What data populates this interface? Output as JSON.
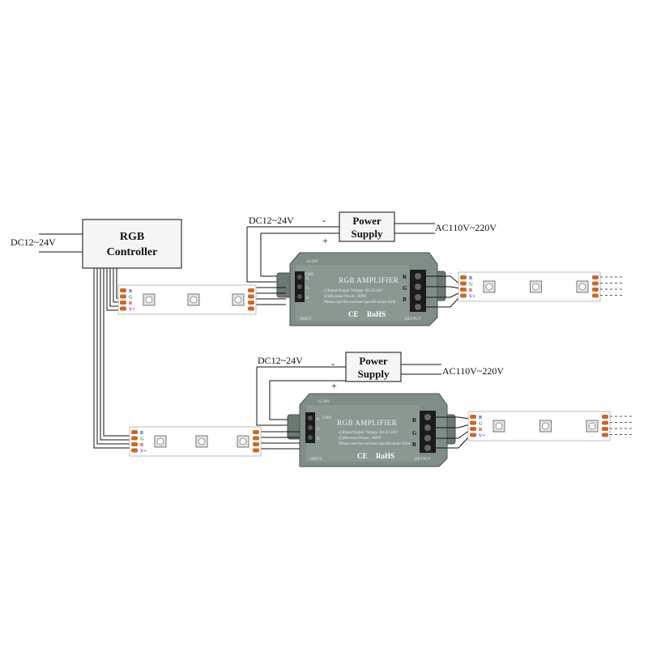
{
  "controller": {
    "title_line1": "RGB",
    "title_line2": "Controller",
    "input_label": "DC12~24V"
  },
  "amplifiers": [
    {
      "dc_label": "DC12~24V",
      "ac_label": "AC110V~220V",
      "psu_line1": "Power",
      "psu_line2": "Supply",
      "minus": "-",
      "plus": "+",
      "title": "RGB AMPLIFIER",
      "input_voltage": "12-24V",
      "spec1": "(1)Input/Output Voltage: DC12-24V",
      "spec2": "(2)Maximal Power: 360W",
      "spec3": "Please read the enclosed specifications form",
      "input_tag": "INPUT",
      "output_tag": "OUTPUT",
      "ce": "CE",
      "rohs": "RoHS",
      "gnd": "GND",
      "in_terms": [
        "R",
        "G",
        "B"
      ],
      "out_terms": [
        "R",
        "G",
        "B"
      ]
    },
    {
      "dc_label": "DC12~24V",
      "ac_label": "AC110V~220V",
      "psu_line1": "Power",
      "psu_line2": "Supply",
      "minus": "-",
      "plus": "+",
      "title": "RGB AMPLIFIER",
      "input_voltage": "12-24V",
      "spec1": "(1)Input/Output Voltage: DC12-24V",
      "spec2": "(2)Maximal Power: 360W",
      "spec3": "Please read the enclosed specifications form",
      "input_tag": "INPUT",
      "output_tag": "OUTPUT",
      "ce": "CE",
      "rohs": "RoHS",
      "gnd": "GND",
      "in_terms": [
        "R",
        "G",
        "B"
      ],
      "out_terms": [
        "R",
        "G",
        "B"
      ]
    }
  ],
  "strip_pins": [
    "B",
    "G",
    "R",
    "V+"
  ],
  "colors": {
    "wire": "#111111",
    "box_border": "#333333",
    "box_fill": "#f5f5f5",
    "amp_body": "#7f8c86",
    "amp_dark": "#55605b",
    "strip_fill": "#ffffff",
    "strip_border": "#bdbdbd",
    "pad": "#c8692c",
    "pin_blue": "#2a4fd8",
    "pin_green": "#1aa33a",
    "pin_red": "#d62020",
    "pin_plus": "#8a2be2"
  }
}
